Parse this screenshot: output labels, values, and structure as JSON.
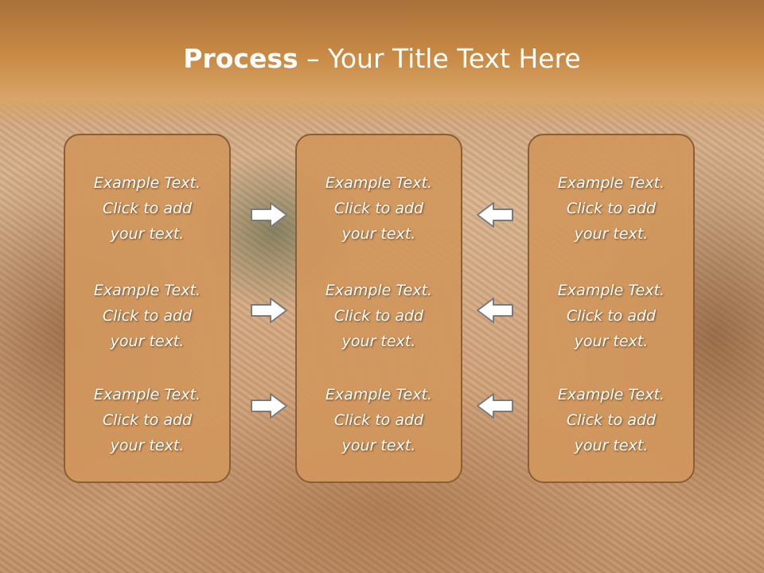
{
  "slide": {
    "title_bold": "Process",
    "title_sep": " – ",
    "title_rest": "Your Title Text Here",
    "colors": {
      "box_fill": "#d1975d",
      "box_border": "#8a5e36",
      "header": "#c98b45",
      "arrow_fill": "#ffffff",
      "arrow_stroke": "#7a7a7a"
    }
  },
  "columns": [
    {
      "blocks": [
        {
          "l1": "Example Text.",
          "l2": "Click  to add",
          "l3": "your text."
        },
        {
          "l1": "Example Text.",
          "l2": "Click  to add",
          "l3": "your text."
        },
        {
          "l1": "Example Text.",
          "l2": "Click  to add",
          "l3": "your text."
        }
      ]
    },
    {
      "blocks": [
        {
          "l1": "Example Text.",
          "l2": "Click  to add",
          "l3": "your text."
        },
        {
          "l1": "Example Text.",
          "l2": "Click  to add",
          "l3": "your text."
        },
        {
          "l1": "Example Text.",
          "l2": "Click  to add",
          "l3": "your text."
        }
      ]
    },
    {
      "blocks": [
        {
          "l1": "Example Text.",
          "l2": "Click  to add",
          "l3": "your text."
        },
        {
          "l1": "Example Text.",
          "l2": "Click  to add",
          "l3": "your text."
        },
        {
          "l1": "Example Text.",
          "l2": "Click  to add",
          "l3": "your text."
        }
      ]
    }
  ],
  "arrows": {
    "left_group": "arrow-right-icon",
    "right_group": "arrow-left-icon"
  }
}
